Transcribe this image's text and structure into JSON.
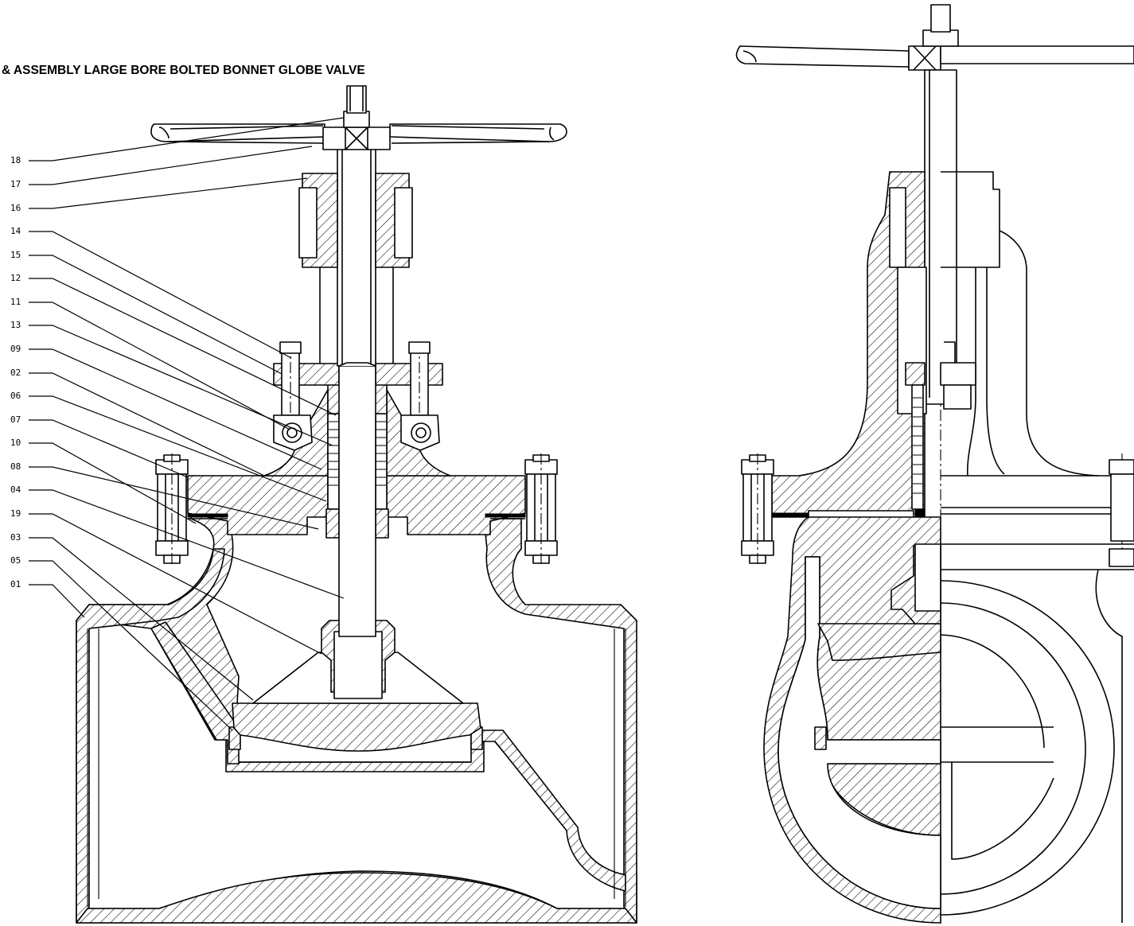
{
  "drawing": {
    "title": "& ASSEMBLY LARGE BORE BOLTED BONNET GLOBE VALVE",
    "callouts": [
      "18",
      "17",
      "16",
      "14",
      "15",
      "12",
      "11",
      "13",
      "09",
      "02",
      "06",
      "07",
      "10",
      "08",
      "04",
      "19",
      "03",
      "05",
      "01"
    ]
  }
}
